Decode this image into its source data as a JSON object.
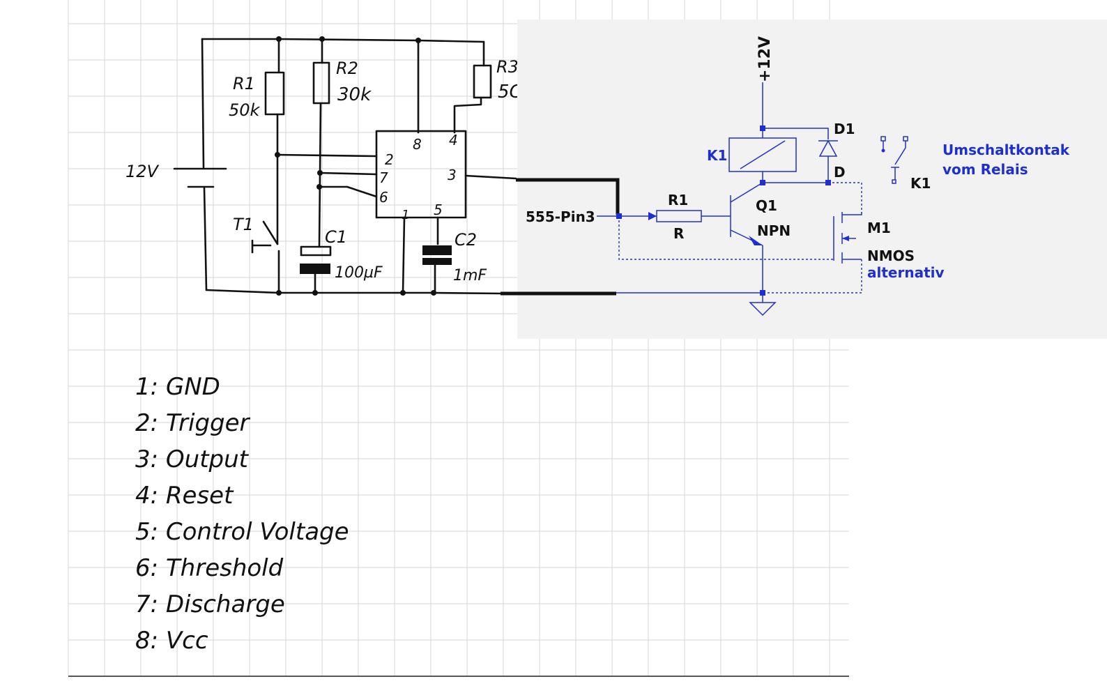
{
  "sketch": {
    "labels": {
      "battery": "12V",
      "r1": "R1",
      "r1_value": "50k",
      "r2": "R2",
      "r2_value": "30k",
      "r3": "R3",
      "r3_value": "5C",
      "button": "T1",
      "c1": "C1",
      "c1_value": "100µF",
      "c2": "C2",
      "c2_value": "1mF",
      "pins": {
        "p8": "8",
        "p4": "4",
        "p2": "2",
        "p7": "7",
        "p6": "6",
        "p3": "3",
        "p1": "1",
        "p5": "5"
      }
    },
    "pinout": [
      "1: GND",
      "2: Trigger",
      "3: Output",
      "4: Reset",
      "5: Control Voltage",
      "6: Threshold",
      "7: Discharge",
      "8: Vcc"
    ]
  },
  "schematic": {
    "supply": "+12V",
    "input": "555-Pin3",
    "k1": "K1",
    "k1_contact": "K1",
    "d1": "D1",
    "d1_value": "D",
    "r1": "R1",
    "r1_value": "R",
    "q1": "Q1",
    "q1_type": "NPN",
    "m1": "M1",
    "m1_type": "NMOS",
    "m1_note": "alternativ",
    "note_line1": "Umschaltkontak",
    "note_line2": "vom Relais",
    "colors": {
      "wire": "#1f2fcf",
      "background": "#f2f2f2",
      "sketch": "#111111",
      "grid": "#d6d6d6"
    }
  }
}
